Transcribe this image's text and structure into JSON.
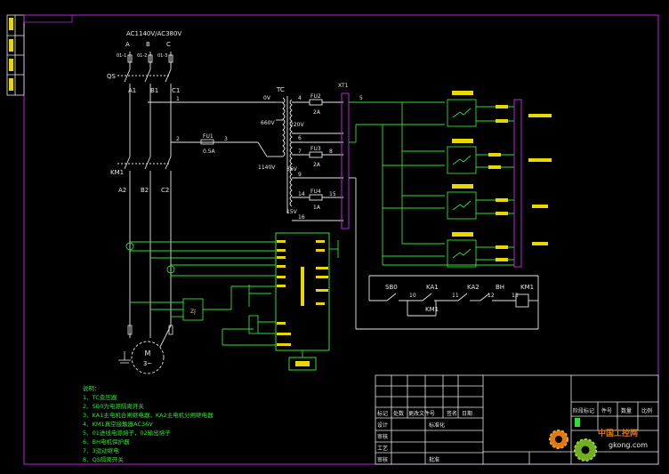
{
  "supply": {
    "voltage": "AC1140V/AC380V",
    "phases": [
      "A",
      "B",
      "C"
    ],
    "fuses": [
      "01-1",
      "01-2",
      "01-3"
    ],
    "switch": "QS",
    "upper_nodes": [
      "A1",
      "B1",
      "C1"
    ],
    "contactor": "KM1",
    "lower_nodes": [
      "A2",
      "B2",
      "C2"
    ]
  },
  "transformer": {
    "label": "TC",
    "taps": [
      "0V",
      "660V",
      "1140V",
      "220V",
      "36V",
      "15V"
    ],
    "fuses": [
      {
        "name": "FU2",
        "rating": "2A"
      },
      {
        "name": "FU3",
        "rating": "2A"
      },
      {
        "name": "FU4",
        "rating": "1A"
      },
      {
        "name": "FU1",
        "rating": "0.5A"
      }
    ]
  },
  "wires": [
    "1",
    "2",
    "3",
    "4",
    "5",
    "6",
    "7",
    "8",
    "9",
    "10",
    "11",
    "12",
    "13",
    "14",
    "15",
    "16"
  ],
  "terminal_strip": "XT1",
  "control": [
    "SB0",
    "KA1",
    "KA2",
    "BH",
    "KM1"
  ],
  "motor": {
    "label": "M",
    "sub": "3~"
  },
  "notes": {
    "title": "说明：",
    "items": [
      "1、TC变压器",
      "2、SB0为电源隔离开关",
      "3、KA1主电机合闸继电器，KA2主电机分闸继电器",
      "4、KM1真空接触器AC36V",
      "5、01进线电源熔子，02输出熔子",
      "6、BH电机保护器",
      "7、3运动继电",
      "8、QS隔离开关"
    ]
  },
  "title_block": {
    "row1": [
      "标记",
      "处数",
      "更改文件号",
      "签名",
      "日期"
    ],
    "design": "设计",
    "standard": "标准化",
    "check": "审核",
    "process": "工艺",
    "approve": "审核",
    "approve2": "批准",
    "stage_headers": [
      "阶段标记",
      "件号",
      "数量",
      "比例"
    ]
  },
  "watermark": "中国工控网",
  "watermark_url": "gkong.com"
}
